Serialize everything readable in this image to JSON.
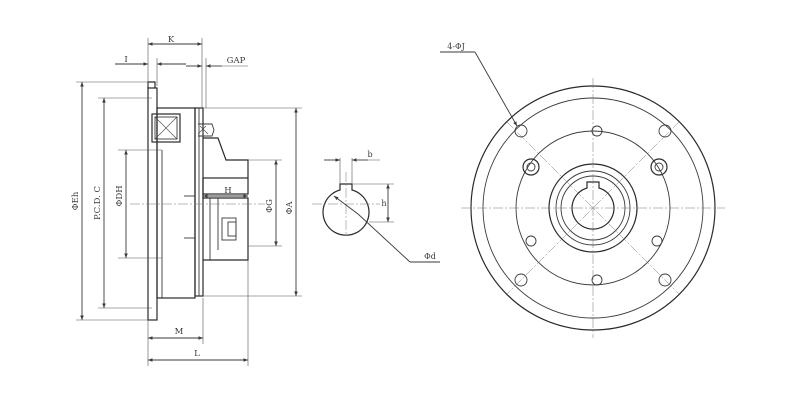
{
  "labels": {
    "K": "K",
    "I": "I",
    "GAP": "GAP",
    "Eh": "ΦEh",
    "PCD": "P.C.D. C",
    "DH": "ΦDH",
    "H": "H",
    "G": "ΦG",
    "A": "ΦA",
    "M": "M",
    "L": "L",
    "b": "b",
    "h": "h",
    "d": "Φd",
    "J": "4-ΦJ"
  }
}
